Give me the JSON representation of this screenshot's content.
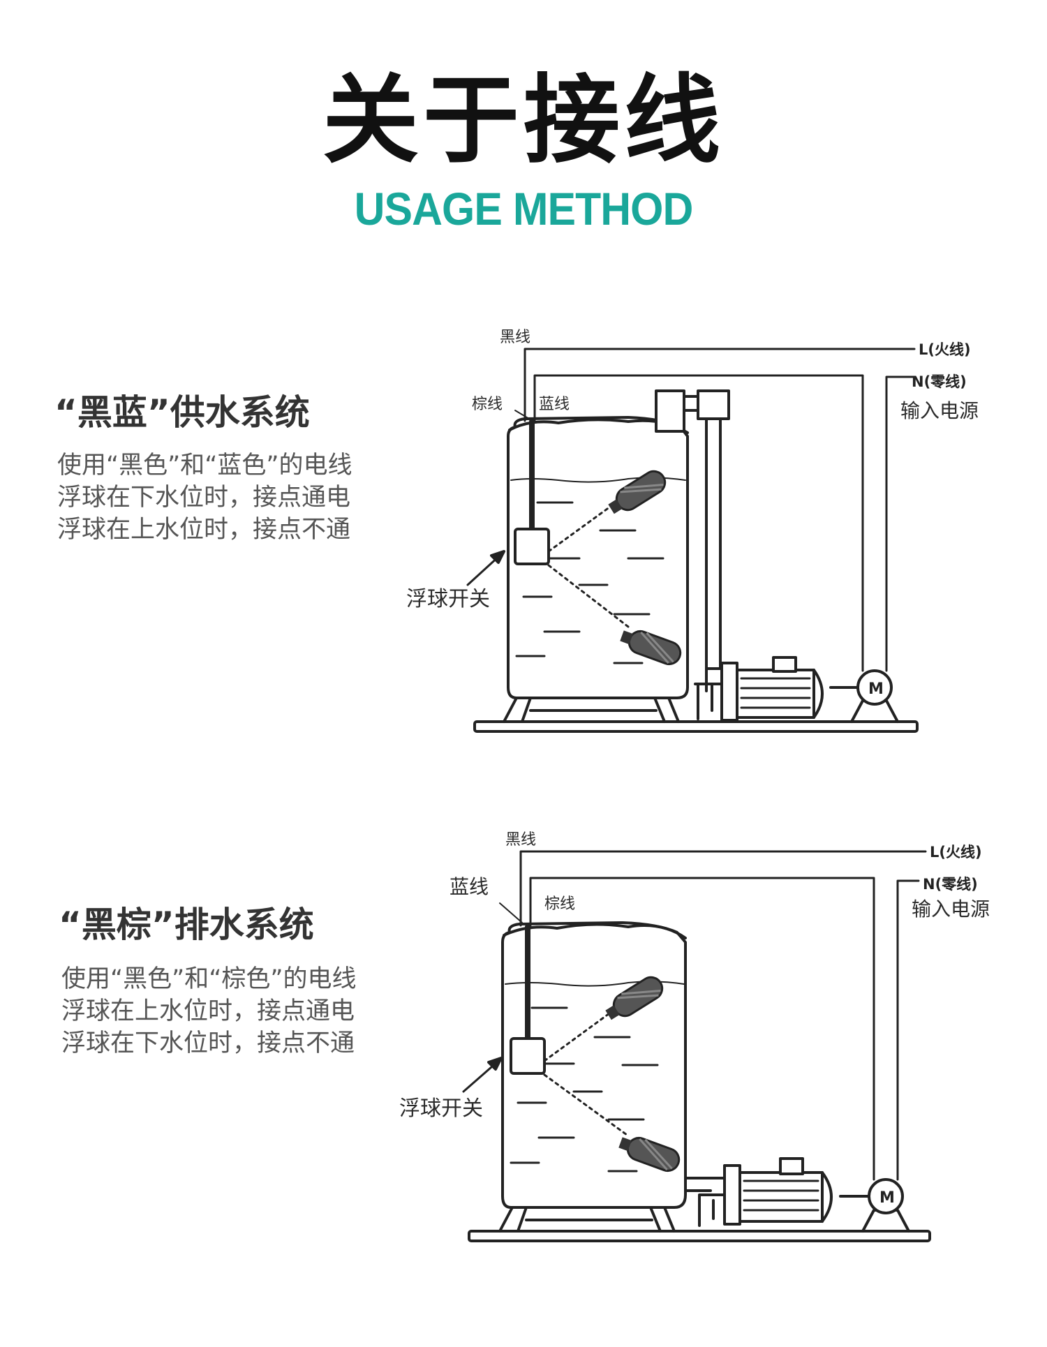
{
  "header": {
    "title": "关于接线",
    "subtitle": "USAGE METHOD",
    "accent_color": "#1aa79a"
  },
  "sections": [
    {
      "title": "“黑蓝”供水系统",
      "lines": [
        "使用“黑色”和“蓝色”的电线",
        "浮球在下水位时，接点通电",
        "浮球在上水位时，接点不通"
      ],
      "diagram": {
        "label_black": "黑线",
        "label_brown": "棕线",
        "label_blue": "蓝线",
        "label_live": "L(火线)",
        "label_neutral": "N(零线)",
        "label_power": "输入电源",
        "label_float": "浮球开关",
        "motor_label": "M"
      }
    },
    {
      "title": "“黑棕”排水系统",
      "lines": [
        "使用“黑色”和“棕色”的电线",
        "浮球在上水位时，接点通电",
        "浮球在下水位时，接点不通"
      ],
      "diagram": {
        "label_black": "黑线",
        "label_blue": "蓝线",
        "label_brown": "棕线",
        "label_live": "L(火线)",
        "label_neutral": "N(零线)",
        "label_power": "输入电源",
        "label_float": "浮球开关",
        "motor_label": "M"
      }
    }
  ]
}
